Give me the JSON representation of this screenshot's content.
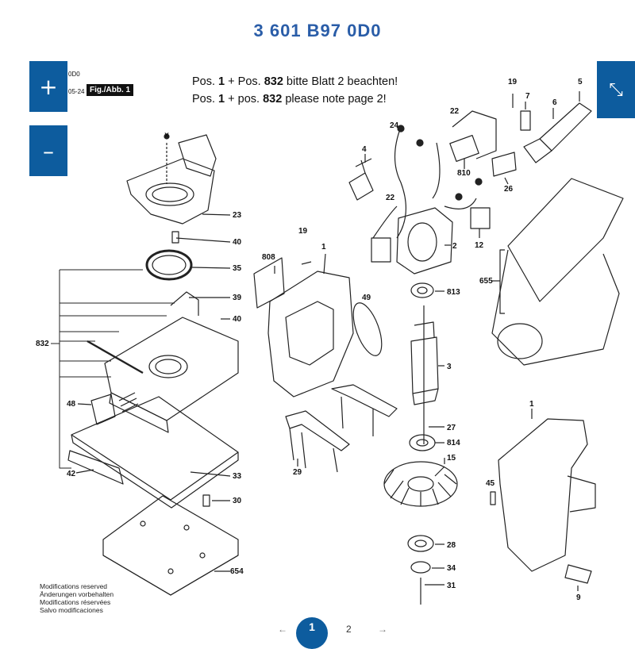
{
  "header": {
    "title": "3 601 B97 0D0"
  },
  "controls": {
    "zoom_in": "+",
    "zoom_out": "–",
    "fullscreen": "⤡"
  },
  "sheet": {
    "code_top": "0D0",
    "code_date": "05-24",
    "fig_label": "Fig./Abb. 1",
    "note_de_prefix": "Pos. ",
    "note_de_pos1": "1",
    "note_de_mid": " + Pos. ",
    "note_de_pos2": "832",
    "note_de_suffix": " bitte Blatt 2 beachten!",
    "note_en_prefix": "Pos. ",
    "note_en_pos1": "1",
    "note_en_mid": " + pos. ",
    "note_en_pos2": "832",
    "note_en_suffix": " please note page 2!"
  },
  "parts": {
    "p23": "23",
    "p40a": "40",
    "p35": "35",
    "p39": "39",
    "p40b": "40",
    "p832": "832",
    "p48": "48",
    "p42": "42",
    "p33": "33",
    "p30": "30",
    "p654": "654",
    "p808": "808",
    "p19a": "19",
    "p1a": "1",
    "p49": "49",
    "p29": "29",
    "p4": "4",
    "p24": "24",
    "p22a": "22",
    "p22b": "22",
    "p810": "810",
    "p2": "2",
    "p813": "813",
    "p3": "3",
    "p27": "27",
    "p814": "814",
    "p15": "15",
    "p28": "28",
    "p34": "34",
    "p31": "31",
    "p12": "12",
    "p26": "26",
    "p19b": "19",
    "p7": "7",
    "p6": "6",
    "p5": "5",
    "p655": "655",
    "p1b": "1",
    "p45": "45",
    "p9": "9"
  },
  "footer": {
    "line1": "Modifications reserved",
    "line2": "Änderungen vorbehalten",
    "line3": "Modifications réservées",
    "line4": "Salvo modificaciones"
  },
  "pagination": {
    "current": "1",
    "next": "2",
    "prev_arrow": "←",
    "next_arrow": "→"
  }
}
